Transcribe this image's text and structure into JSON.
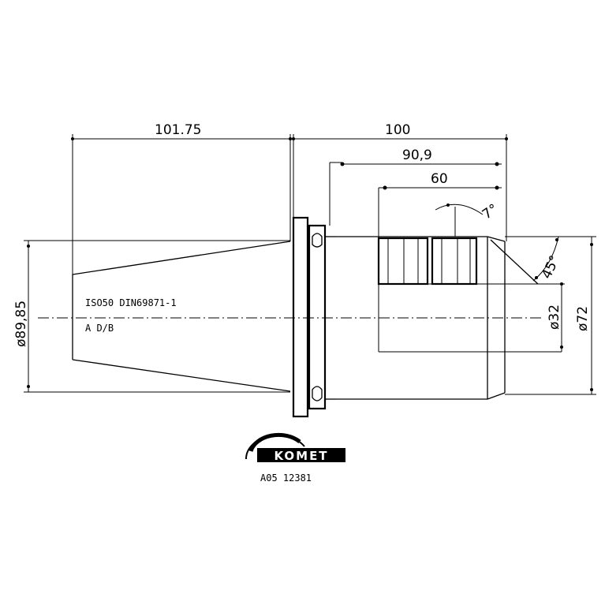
{
  "dimensions": {
    "taper_length": "101.75",
    "body_length": "100",
    "length_90": "90,9",
    "length_60": "60",
    "angle_small": "7°",
    "chamfer_angle": "45°",
    "diameter_taper": "ø89,85",
    "diameter_bore": "ø32",
    "diameter_body": "ø72"
  },
  "notes": {
    "standard": "ISO50 DIN69871-1",
    "variant": "A D/B"
  },
  "brand": {
    "logo_text": "KOMET",
    "part_number": "A05 12381"
  }
}
